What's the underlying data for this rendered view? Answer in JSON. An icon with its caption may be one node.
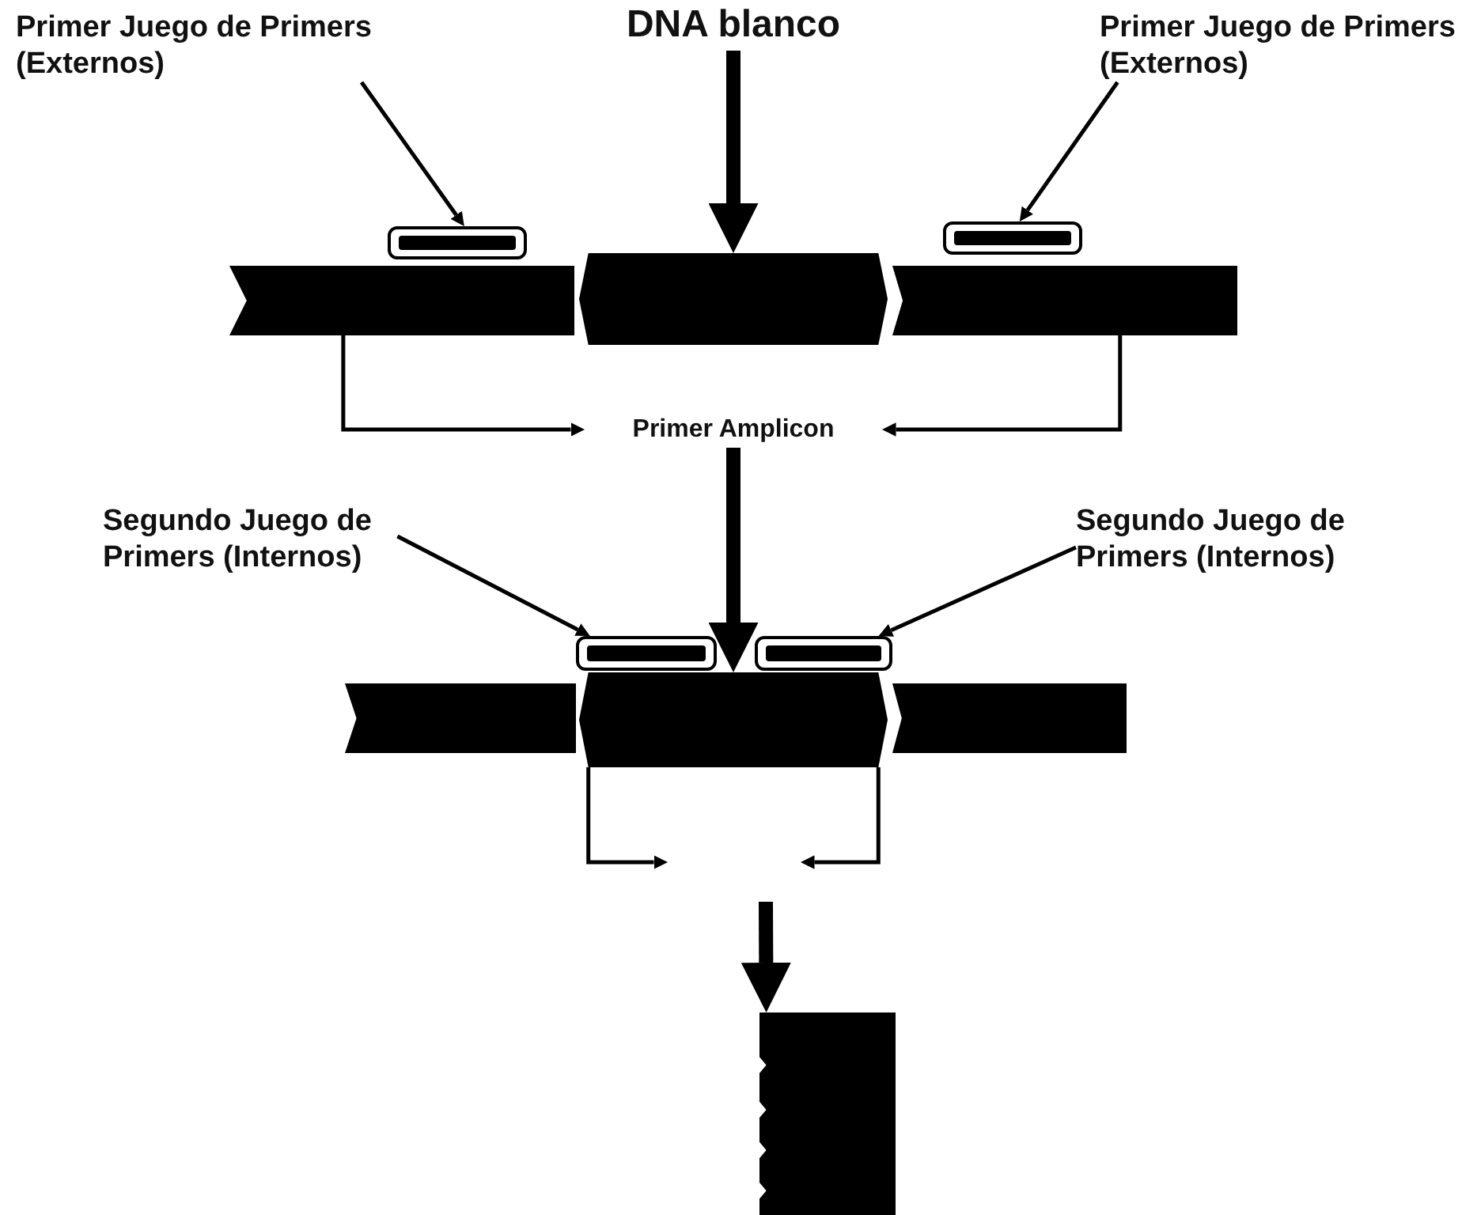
{
  "diagram": {
    "nodes": [
      {
        "text": [
          "Primer Juego de Primers (Externos)"
        ]
      },
      {
        "text": [
          "DNA blanco"
        ]
      },
      {
        "text": [
          "Primer Juego de Primers (Externos)"
        ]
      },
      {
        "text": [],
        "shape": "bar"
      },
      {
        "text": [],
        "shape": "bar"
      },
      {
        "text": [],
        "shape": "bar"
      },
      {
        "text": [],
        "shape": "bar"
      },
      {
        "text": [],
        "shape": "bar"
      },
      {
        "text": [
          "Primer Amplicon"
        ]
      },
      {
        "text": [],
        "shape": "bar"
      },
      {
        "text": [],
        "shape": "bar"
      },
      {
        "text": [],
        "shape": "bar"
      },
      {
        "text": [
          "Segundo Juego de Primers (Internos)"
        ]
      },
      {
        "text": [
          "Segundo Juego de Primers (Internos)"
        ]
      },
      {
        "text": [],
        "shape": "bar"
      },
      {
        "text": [],
        "shape": "bar"
      },
      {
        "text": [],
        "shape": "box"
      }
    ],
    "edges": [
      {
        "from": 0,
        "to": 3,
        "arrow": "to"
      },
      {
        "from": 1,
        "to": 6,
        "arrow": "to",
        "style": "thick"
      },
      {
        "from": 2,
        "to": 4,
        "arrow": "to"
      },
      {
        "from": 5,
        "to": 8,
        "arrow": "to"
      },
      {
        "from": 7,
        "to": 8,
        "arrow": "to"
      },
      {
        "from": 8,
        "to": 10,
        "arrow": "to",
        "style": "thick"
      },
      {
        "from": 12,
        "to": 14,
        "arrow": "to"
      },
      {
        "from": 13,
        "to": 15,
        "arrow": "to"
      },
      {
        "from": 10,
        "to": null,
        "arrow": "to"
      },
      {
        "from": 10,
        "to": null,
        "arrow": "to"
      },
      {
        "from": null,
        "to": 16,
        "arrow": "to",
        "style": "thick"
      }
    ]
  }
}
